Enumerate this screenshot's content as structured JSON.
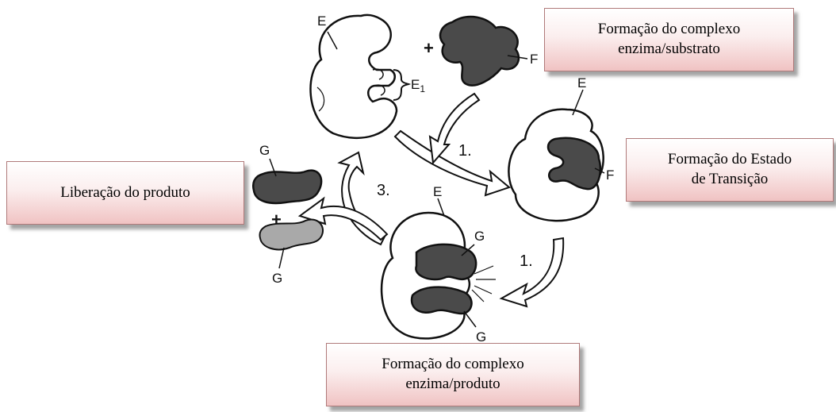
{
  "callouts": {
    "complexo_substrato": "Formação do complexo\nenzima/substrato",
    "estado_transicao": "Formação do Estado\nde Transição",
    "liberacao": "Liberação do produto",
    "complexo_produto": "Formação do complexo\nenzima/produto"
  },
  "labels": {
    "enzyme": "E",
    "binding_site": "E1",
    "substrate": "F",
    "product": "G",
    "plus": "+",
    "step1": "1.",
    "step3": "3."
  },
  "colors": {
    "substrate_fill": "#4a4a4a",
    "product_fill": "#4a4a4a",
    "released_product_fill": "#a9a9a9",
    "enzyme_fill": "#ffffff",
    "callout_border": "#b07a7a"
  }
}
